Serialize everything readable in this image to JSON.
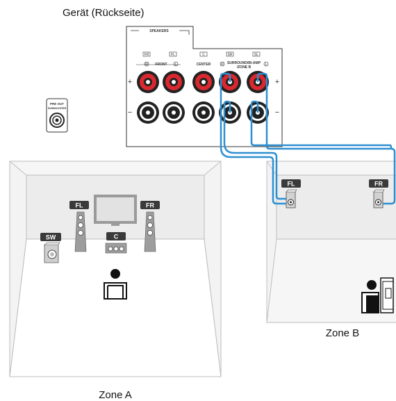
{
  "device_title": "Gerät (Rückseite)",
  "panel": {
    "speakers_label": "SPEAKERS",
    "pre_out_label_1": "PRE OUT",
    "pre_out_label_2": "SUBWOOFER",
    "front_label": "FRONT",
    "center_label": "CENTER",
    "surround_label_1": "SURROUND/BI-AMP",
    "surround_label_2": "/ZONE B",
    "plus_sign": "+",
    "minus_sign": "−",
    "top_tags": [
      "FR",
      "FL",
      "C",
      "SR",
      "SL"
    ],
    "right_marker": "R",
    "left_marker": "L"
  },
  "zone_a": {
    "label": "Zone A",
    "fl": "FL",
    "fr": "FR",
    "sw": "SW",
    "c": "C"
  },
  "zone_b": {
    "label": "Zone B",
    "fl": "FL",
    "fr": "FR"
  },
  "colors": {
    "terminal_red": "#d9282f",
    "cable_blue": "#2d8fd1",
    "speaker_tag": "#3a3a3a",
    "room_wall": "#e8e8e8",
    "line": "#b0b0b0"
  }
}
